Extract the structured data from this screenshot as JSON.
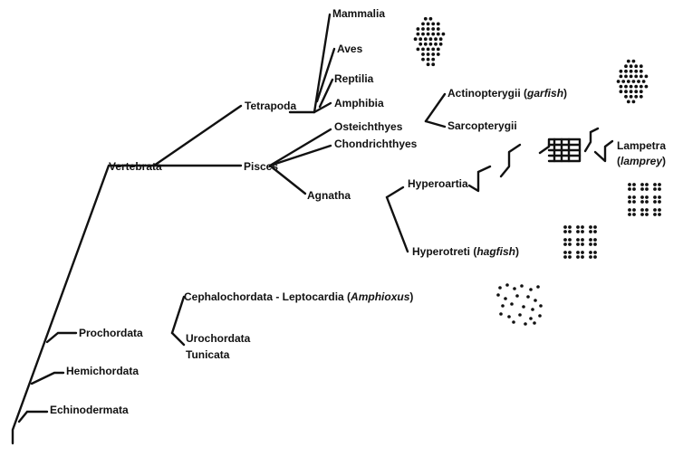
{
  "taxa": {
    "mammalia": "Mammalia",
    "aves": "Aves",
    "reptilia": "Reptilia",
    "amphibia": "Amphibia",
    "tetrapoda": "Tetrapoda",
    "actinopterygii": "Actinopterygii (",
    "actinopterygii_common": "garfish",
    "actinopterygii_close": ")",
    "sarcopterygii": "Sarcopterygii",
    "osteichthyes": "Osteichthyes",
    "chondrichthyes": "Chondrichthyes",
    "pisces": "Pisces",
    "vertebrata": "Vertebrata",
    "agnatha": "Agnatha",
    "hyperoartia": "Hyperoartia",
    "lampetra": "Lampetra",
    "lampetra_open": "(",
    "lampetra_common": "lamprey",
    "lampetra_close": ")",
    "hyperotreti": "Hyperotreti (",
    "hyperotreti_common": "hagfish",
    "hyperotreti_close": ")",
    "cephalochordata": "Cephalochordata - Leptocardia (",
    "cephalochordata_common": "Amphioxus",
    "cephalochordata_close": ")",
    "prochordata": "Prochordata",
    "urochordata": "Urochordata",
    "tunicata": "Tunicata",
    "hemichordata": "Hemichordata",
    "echinodermata": "Echinodermata"
  },
  "colors": {
    "ink": "#111111",
    "background": "#ffffff"
  },
  "icons": [
    "mammal-dot-cluster-icon",
    "fish-dot-cluster-icon",
    "lamprey-grid-icon",
    "hagfish-grid-icon",
    "amphioxus-scatter-icon",
    "lamprey-gill-icon"
  ]
}
